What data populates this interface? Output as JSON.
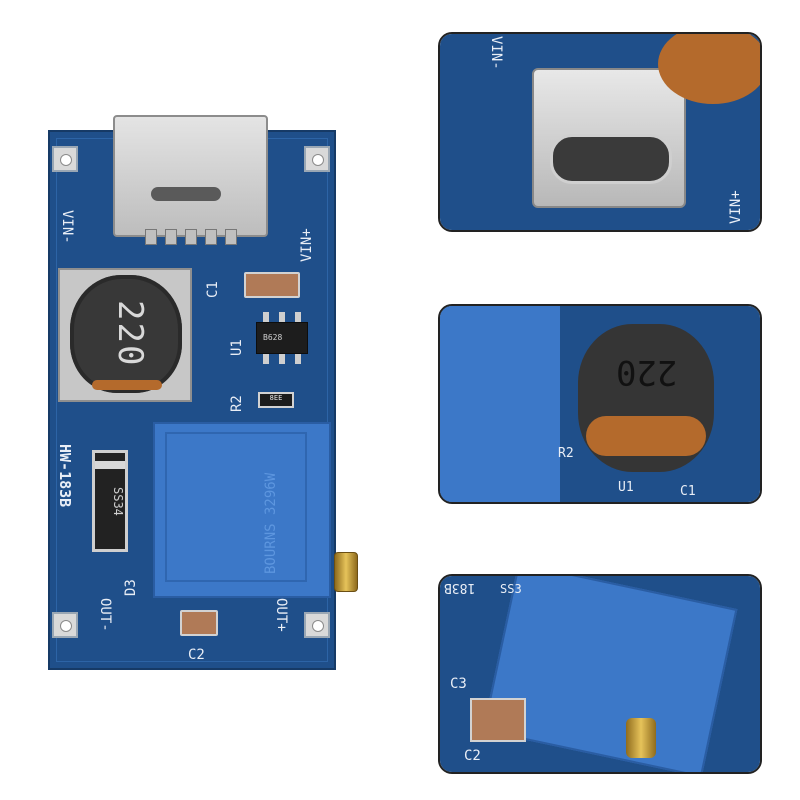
{
  "board": {
    "model": "HW-183B",
    "inductor_value": "220",
    "labels": {
      "vin_minus": "VIN-",
      "vin_plus": "VIN+",
      "out_minus": "OUT-",
      "out_plus": "OUT+",
      "c1": "C1",
      "c2": "C2",
      "u1": "U1",
      "r2": "R2",
      "d3": "D3"
    },
    "ic_marking": "B628",
    "resistor_marking": "8EE",
    "diode_marking": "SS34",
    "pot_marking": "BOURNS 3296W"
  },
  "panels": [
    {
      "subject": "usb-c-connector",
      "labels": [
        "VIN-",
        "VIN+"
      ]
    },
    {
      "subject": "inductor-220",
      "labels": [
        "220",
        "R2",
        "U1",
        "C1"
      ]
    },
    {
      "subject": "potentiometer",
      "labels": [
        "183B",
        "SS3",
        "C3",
        "C2"
      ]
    }
  ],
  "colors": {
    "pcb": "#1f4f8a",
    "potentiometer": "#3c78c8",
    "copper": "#b46a2c",
    "gold": "#e6c35a"
  }
}
